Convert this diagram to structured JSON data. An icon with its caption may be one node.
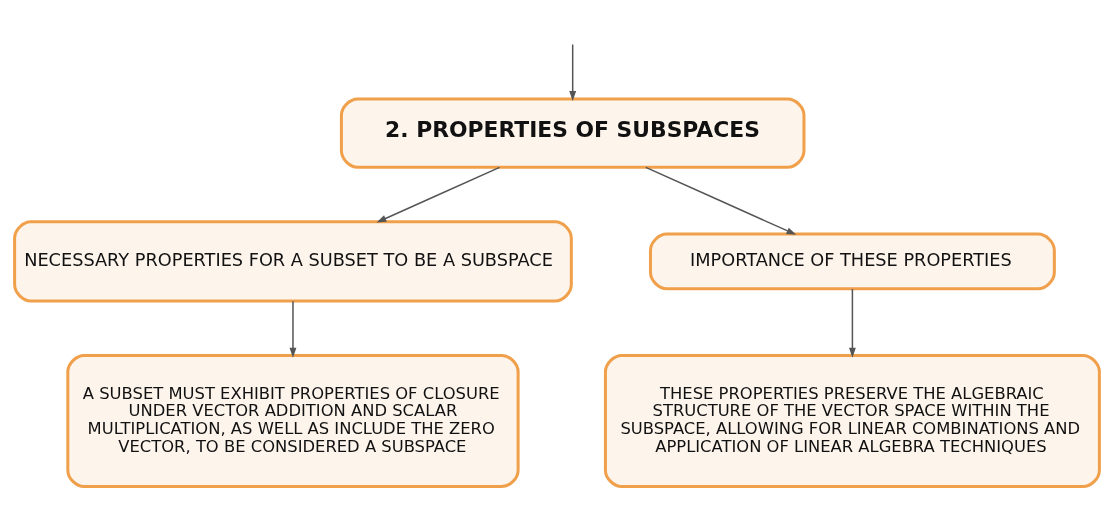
{
  "diagram": {
    "nodes": [
      {
        "text": [
          "2. PROPERTIES OF SUBSPACES"
        ]
      },
      {
        "text": [
          "NECESSARY PROPERTIES FOR A SUBSET TO BE A SUBSPACE"
        ]
      },
      {
        "text": [
          "IMPORTANCE OF THESE PROPERTIES"
        ]
      },
      {
        "text": [
          "A SUBSET MUST EXHIBIT PROPERTIES OF CLOSURE UNDER VECTOR ADDITION AND SCALAR MULTIPLICATION, AS WELL AS INCLUDE THE ZERO VECTOR, TO BE CONSIDERED A SUBSPACE"
        ]
      },
      {
        "text": [
          "THESE PROPERTIES PRESERVE THE ALGEBRAIC STRUCTURE OF THE VECTOR SPACE WITHIN THE SUBSPACE, ALLOWING FOR LINEAR COMBINATIONS AND APPLICATION OF LINEAR ALGEBRA TECHNIQUES"
        ]
      }
    ],
    "edges": [
      {
        "from": null,
        "to": 0,
        "arrow": "to"
      },
      {
        "from": 0,
        "to": 1,
        "arrow": "to"
      },
      {
        "from": 0,
        "to": 2,
        "arrow": "to"
      },
      {
        "from": 1,
        "to": 3,
        "arrow": "to"
      },
      {
        "from": 2,
        "to": 4,
        "arrow": "to"
      }
    ]
  }
}
